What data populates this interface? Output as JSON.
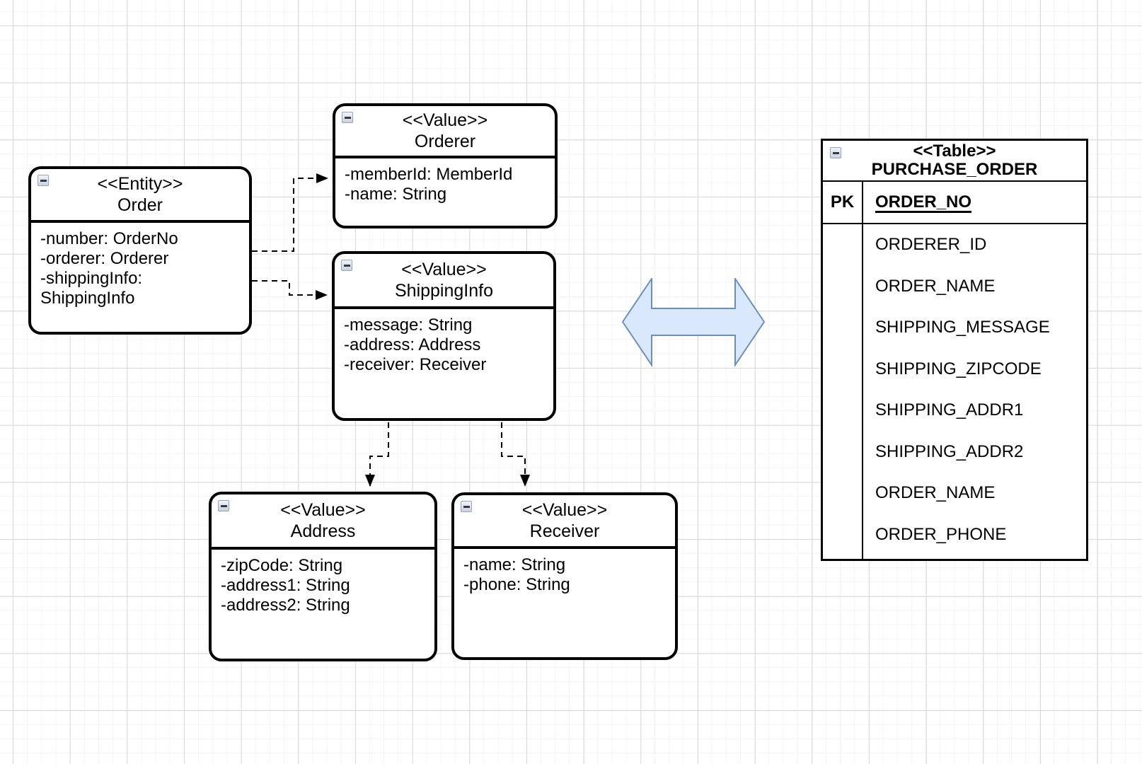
{
  "classes": [
    {
      "stereotype": "<<Entity>>",
      "name": "Order",
      "attributes": [
        "-number: OrderNo",
        "-orderer: Orderer",
        "-shippingInfo: ShippingInfo"
      ]
    },
    {
      "stereotype": "<<Value>>",
      "name": "Orderer",
      "attributes": [
        "-memberId: MemberId",
        "-name: String"
      ]
    },
    {
      "stereotype": "<<Value>>",
      "name": "ShippingInfo",
      "attributes": [
        "-message: String",
        "-address: Address",
        "-receiver: Receiver"
      ]
    },
    {
      "stereotype": "<<Value>>",
      "name": "Address",
      "attributes": [
        "-zipCode: String",
        "-address1: String",
        "-address2: String"
      ]
    },
    {
      "stereotype": "<<Value>>",
      "name": "Receiver",
      "attributes": [
        "-name: String",
        "-phone: String"
      ]
    }
  ],
  "table": {
    "stereotype": "<<Table>>",
    "name": "PURCHASE_ORDER",
    "pk_label": "PK",
    "pk_column": "ORDER_NO",
    "columns": [
      "ORDERER_ID",
      "ORDER_NAME",
      "SHIPPING_MESSAGE",
      "SHIPPING_ZIPCODE",
      "SHIPPING_ADDR1",
      "SHIPPING_ADDR2",
      "ORDER_NAME",
      "ORDER_PHONE"
    ]
  },
  "colors": {
    "shape_stroke": "#000000",
    "arrow_fill": "#dae8fc",
    "arrow_stroke": "#6c8ebf",
    "grid_minor": "#f4f4f4",
    "grid_major": "#d7d7d7"
  }
}
